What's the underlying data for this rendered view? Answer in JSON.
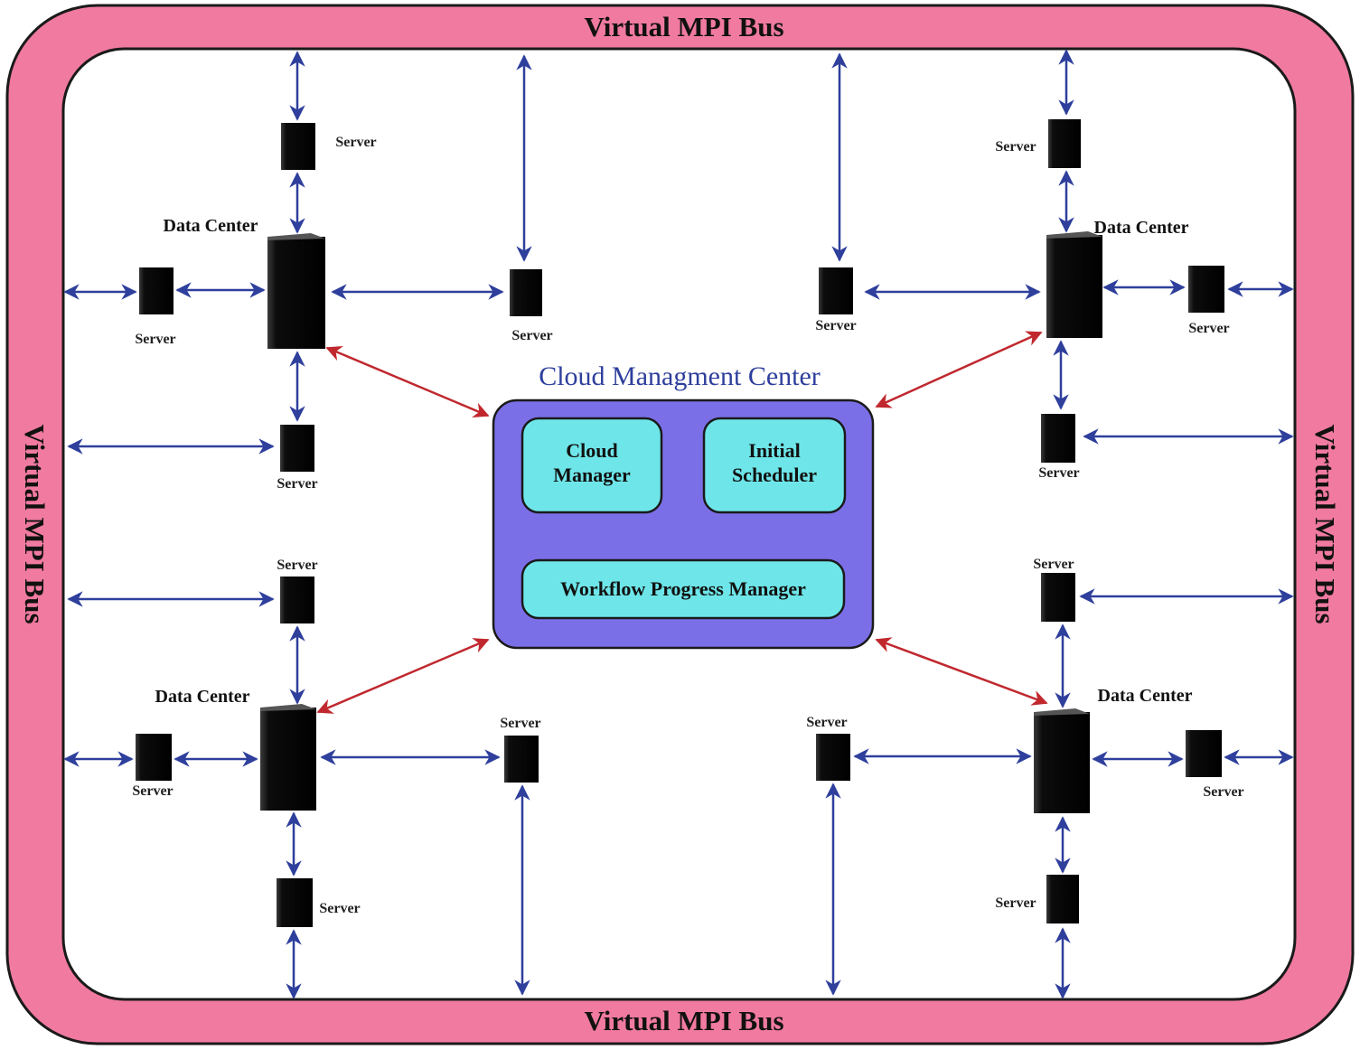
{
  "bus": {
    "top": "Virtual MPI Bus",
    "bottom": "Virtual MPI Bus",
    "left": "Virtual MPI Bus",
    "right": "Virtual MPI Bus"
  },
  "center": {
    "title": "Cloud Managment Center",
    "cloud_manager": [
      "Cloud",
      "Manager"
    ],
    "initial_scheduler": [
      "Initial",
      "Scheduler"
    ],
    "workflow": "Workflow Progress Manager"
  },
  "data_center_label": "Data Center",
  "server_label": "Server",
  "colors": {
    "bus": "#f07aa0",
    "bus_border": "#1a1a1a",
    "center_fill": "#7b6fe8",
    "module_fill": "#6ee6e9",
    "blue_link": "#2e3f9c",
    "red_link": "#c0282e"
  }
}
